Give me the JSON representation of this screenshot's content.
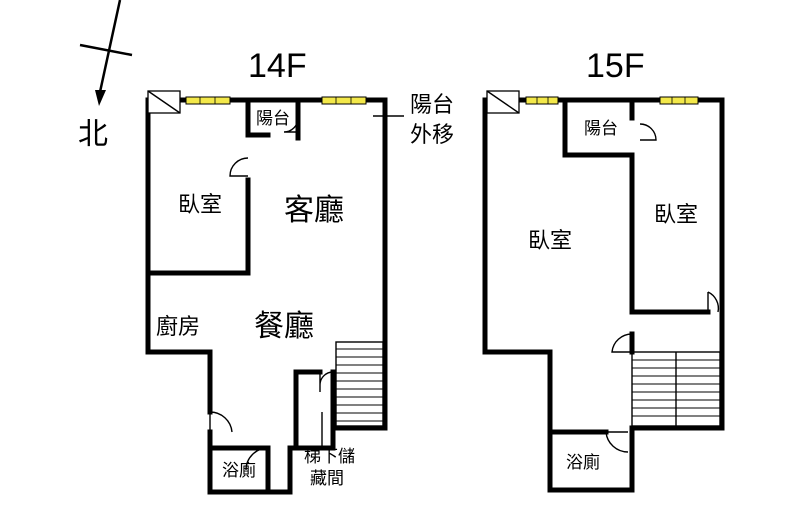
{
  "compass": {
    "label": "北"
  },
  "floor14": {
    "title": "14F",
    "rooms": {
      "bedroom": "臥室",
      "living": "客廳",
      "dining": "餐廳",
      "kitchen": "廚房",
      "balcony": "陽台",
      "bathroom": "浴廁"
    },
    "annotations": {
      "balcony_moved_line1": "陽台",
      "balcony_moved_line2": "外移",
      "storage_line1": "梯下儲",
      "storage_line2": "藏間"
    }
  },
  "floor15": {
    "title": "15F",
    "rooms": {
      "bedroom_left": "臥室",
      "bedroom_right": "臥室",
      "balcony": "陽台",
      "bathroom": "浴廁"
    }
  },
  "colors": {
    "wall": "#000000",
    "window": "#f3e84a",
    "background": "#ffffff"
  }
}
